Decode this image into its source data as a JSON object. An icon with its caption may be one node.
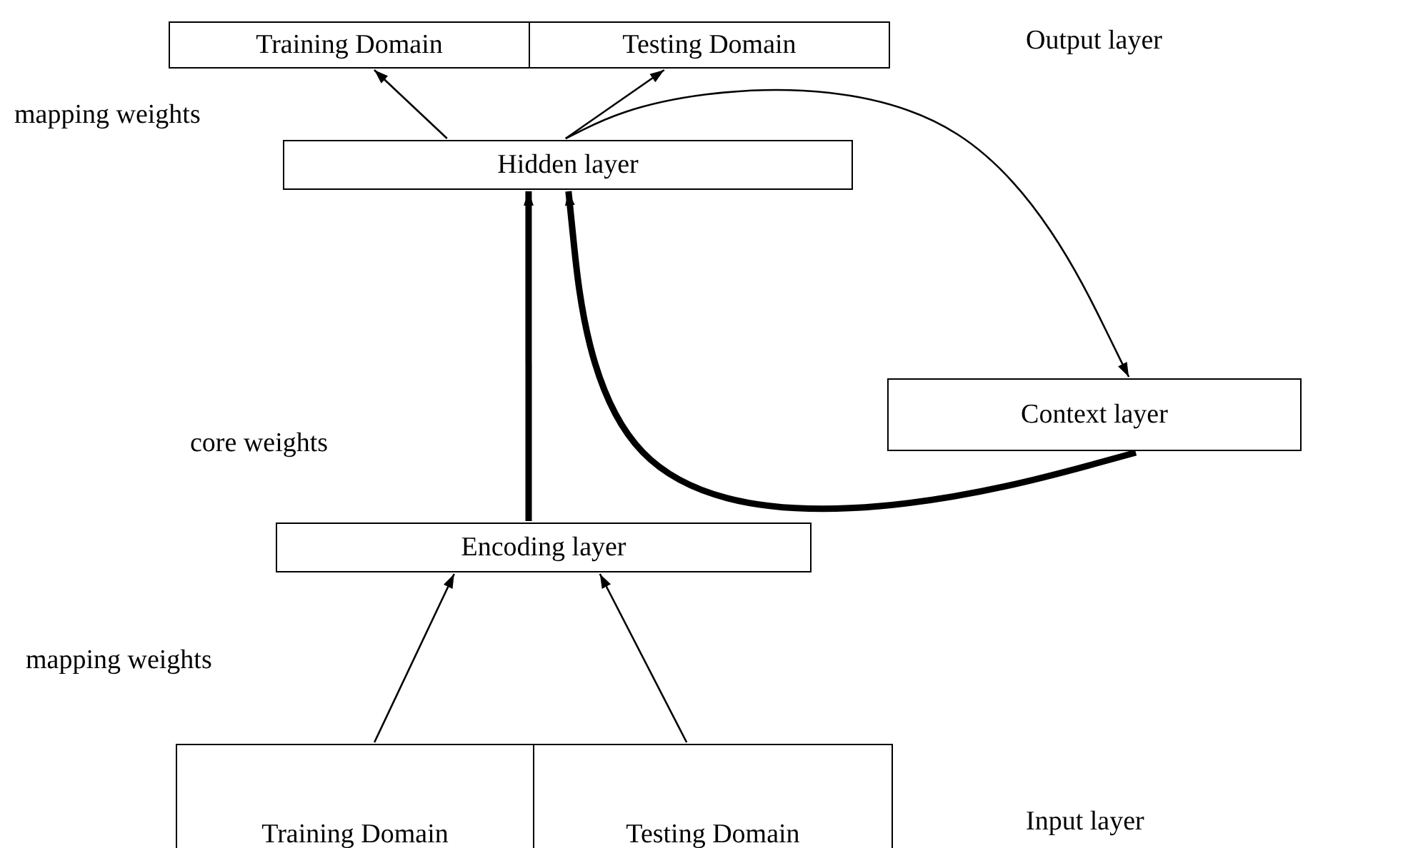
{
  "diagram": {
    "nodes": [
      {
        "text": [
          "Training Domain"
        ]
      },
      {
        "text": [
          "Testing Domain"
        ]
      },
      {
        "text": [
          "Hidden layer"
        ]
      },
      {
        "text": [
          "Context layer"
        ]
      },
      {
        "text": [
          "Encoding layer"
        ]
      },
      {
        "text": [
          "Training Domain"
        ]
      },
      {
        "text": [
          "Testing Domain"
        ]
      }
    ],
    "edges": [
      {
        "from": 2,
        "to": 0,
        "arrow": "to"
      },
      {
        "from": 2,
        "to": 1,
        "arrow": "to"
      },
      {
        "from": 2,
        "to": 3,
        "arrow": "to"
      },
      {
        "from": 3,
        "to": 2,
        "arrow": "to",
        "style": "thick"
      },
      {
        "from": 4,
        "to": 2,
        "arrow": "to",
        "style": "thick"
      },
      {
        "from": 5,
        "to": 4,
        "arrow": "to"
      },
      {
        "from": 6,
        "to": 4,
        "arrow": "to"
      }
    ],
    "labels": [
      "Output layer",
      "mapping weights",
      "core weights",
      "mapping weights",
      "Input layer"
    ]
  }
}
